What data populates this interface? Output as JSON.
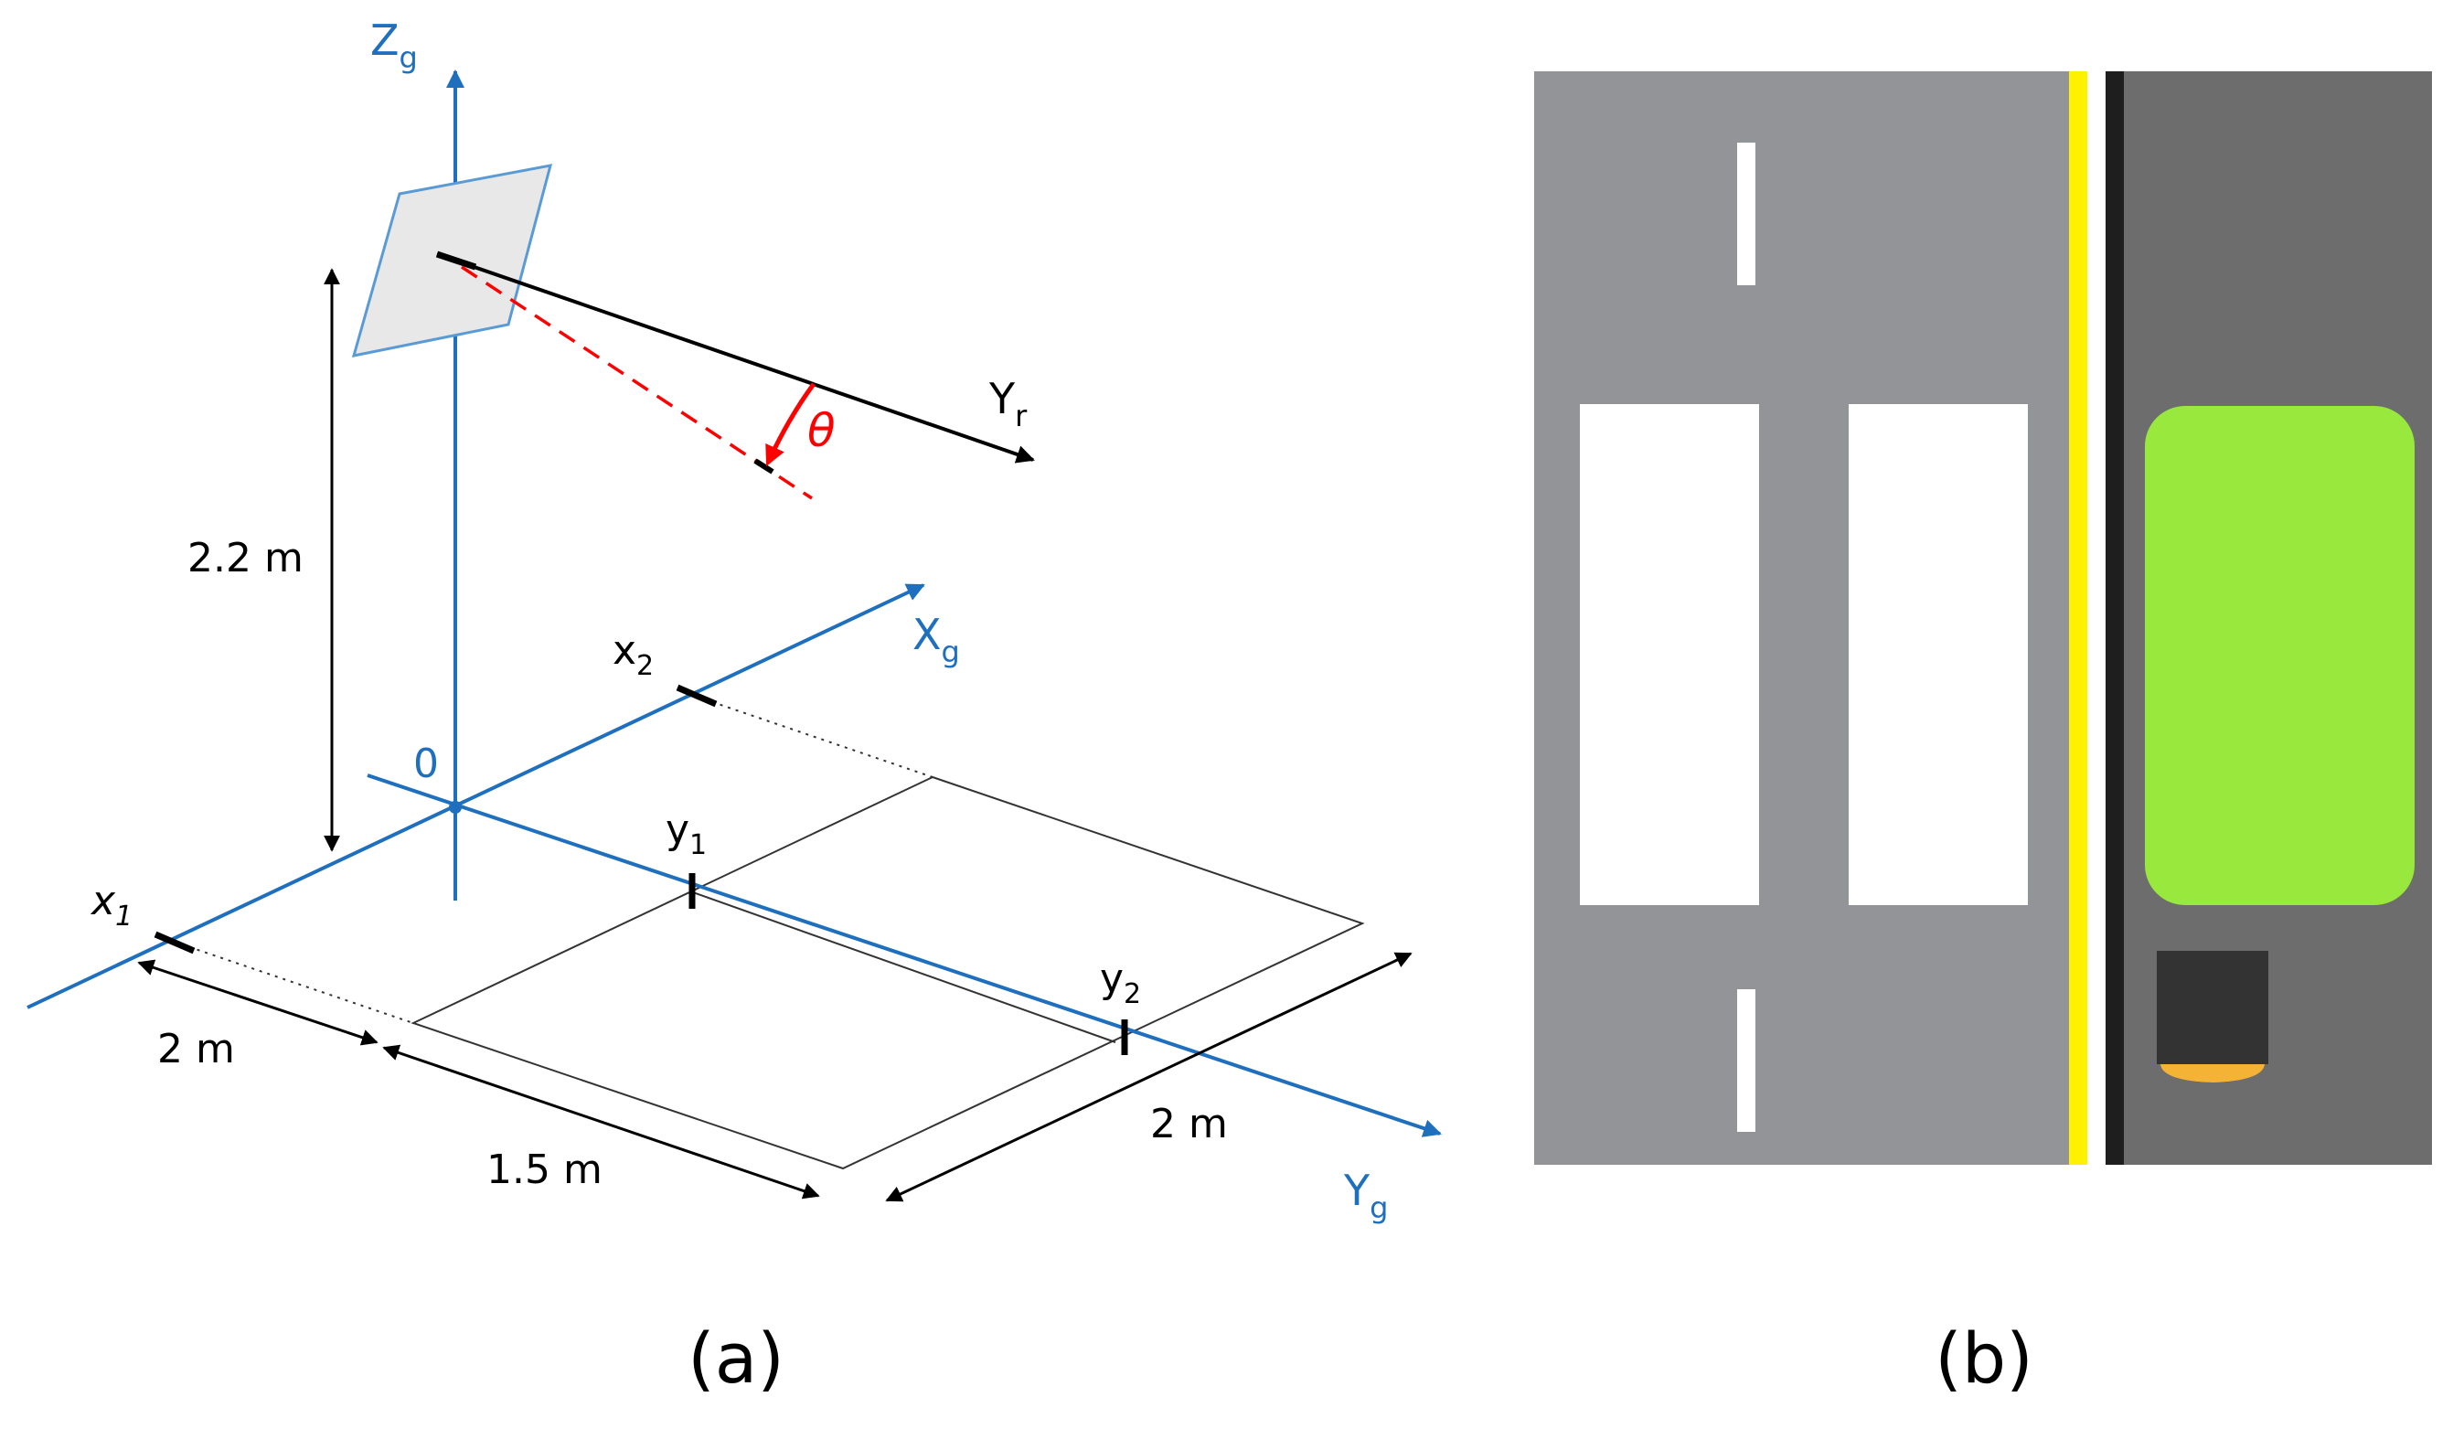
{
  "panel_a": {
    "axes": {
      "z": {
        "main": "Z",
        "sub": "g"
      },
      "x": {
        "main": "X",
        "sub": "g"
      },
      "y": {
        "main": "Y",
        "sub": "g"
      },
      "radar": {
        "main": "Y",
        "sub": "r"
      }
    },
    "origin_label": "0",
    "angle_label": "θ",
    "ticks": {
      "x1": {
        "main": "x",
        "sub": "1"
      },
      "x2": {
        "main": "x",
        "sub": "2"
      },
      "y1": {
        "main": "y",
        "sub": "1"
      },
      "y2": {
        "main": "y",
        "sub": "2"
      }
    },
    "dimensions": {
      "height": "2.2 m",
      "x_offset": "2 m",
      "y_length": "1.5 m",
      "x_width": "2 m"
    },
    "caption": "(a)"
  },
  "panel_b": {
    "caption": "(b)"
  },
  "colors": {
    "axis_blue": "#1f6fbf",
    "angle_red": "#ff0000",
    "road_gray": "#929497",
    "lane_dark": "#6d6d6d",
    "yellow_line": "#fff200",
    "green_block": "#98e83e",
    "amber": "#f5b335"
  }
}
